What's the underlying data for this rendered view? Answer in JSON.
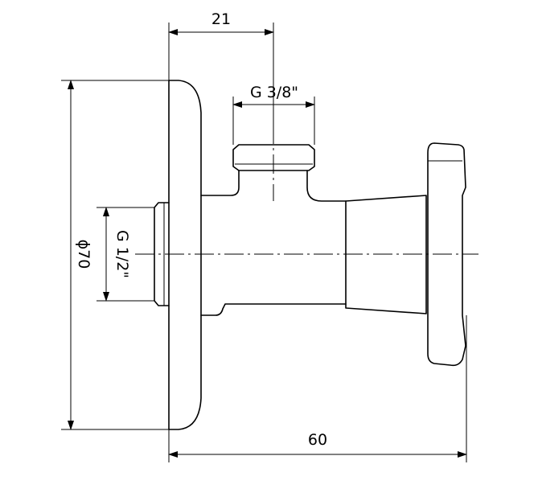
{
  "drawing": {
    "dimensions": {
      "outlet_offset": "21",
      "outlet_thread": "G 3/8\"",
      "inlet_thread": "G 1/2\"",
      "rosette_diameter": "ϕ70",
      "total_length": "60"
    }
  }
}
